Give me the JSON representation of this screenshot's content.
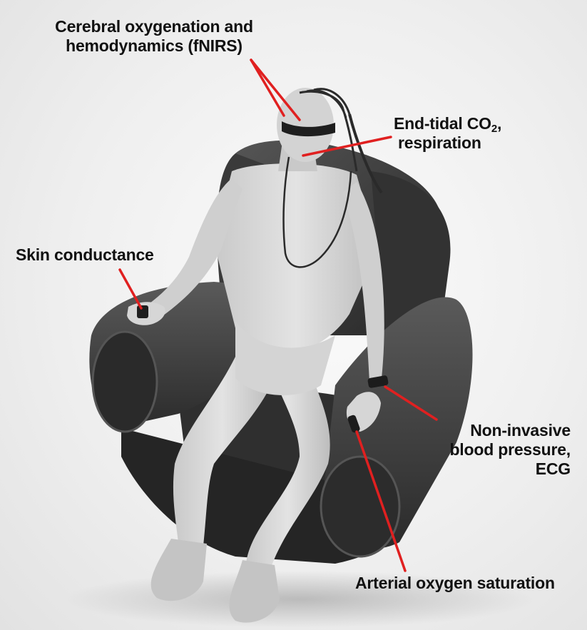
{
  "labels": {
    "cerebral": {
      "line1": "Cerebral oxygenation and",
      "line2": "hemodynamics (fNIRS)"
    },
    "etco2": {
      "part1": "End-tidal CO",
      "subscript": "2",
      "part2": ",",
      "line2": "respiration"
    },
    "skin": {
      "text": "Skin conductance"
    },
    "nibp": {
      "line1": "Non-invasive",
      "line2": "blood pressure,",
      "line3": "ECG"
    },
    "spo2": {
      "text": "Arterial oxygen saturation"
    }
  },
  "colors": {
    "pointer": "#e02020",
    "chair": "#3a3a3a",
    "figure": "#d9d9d9",
    "text": "#111111"
  }
}
